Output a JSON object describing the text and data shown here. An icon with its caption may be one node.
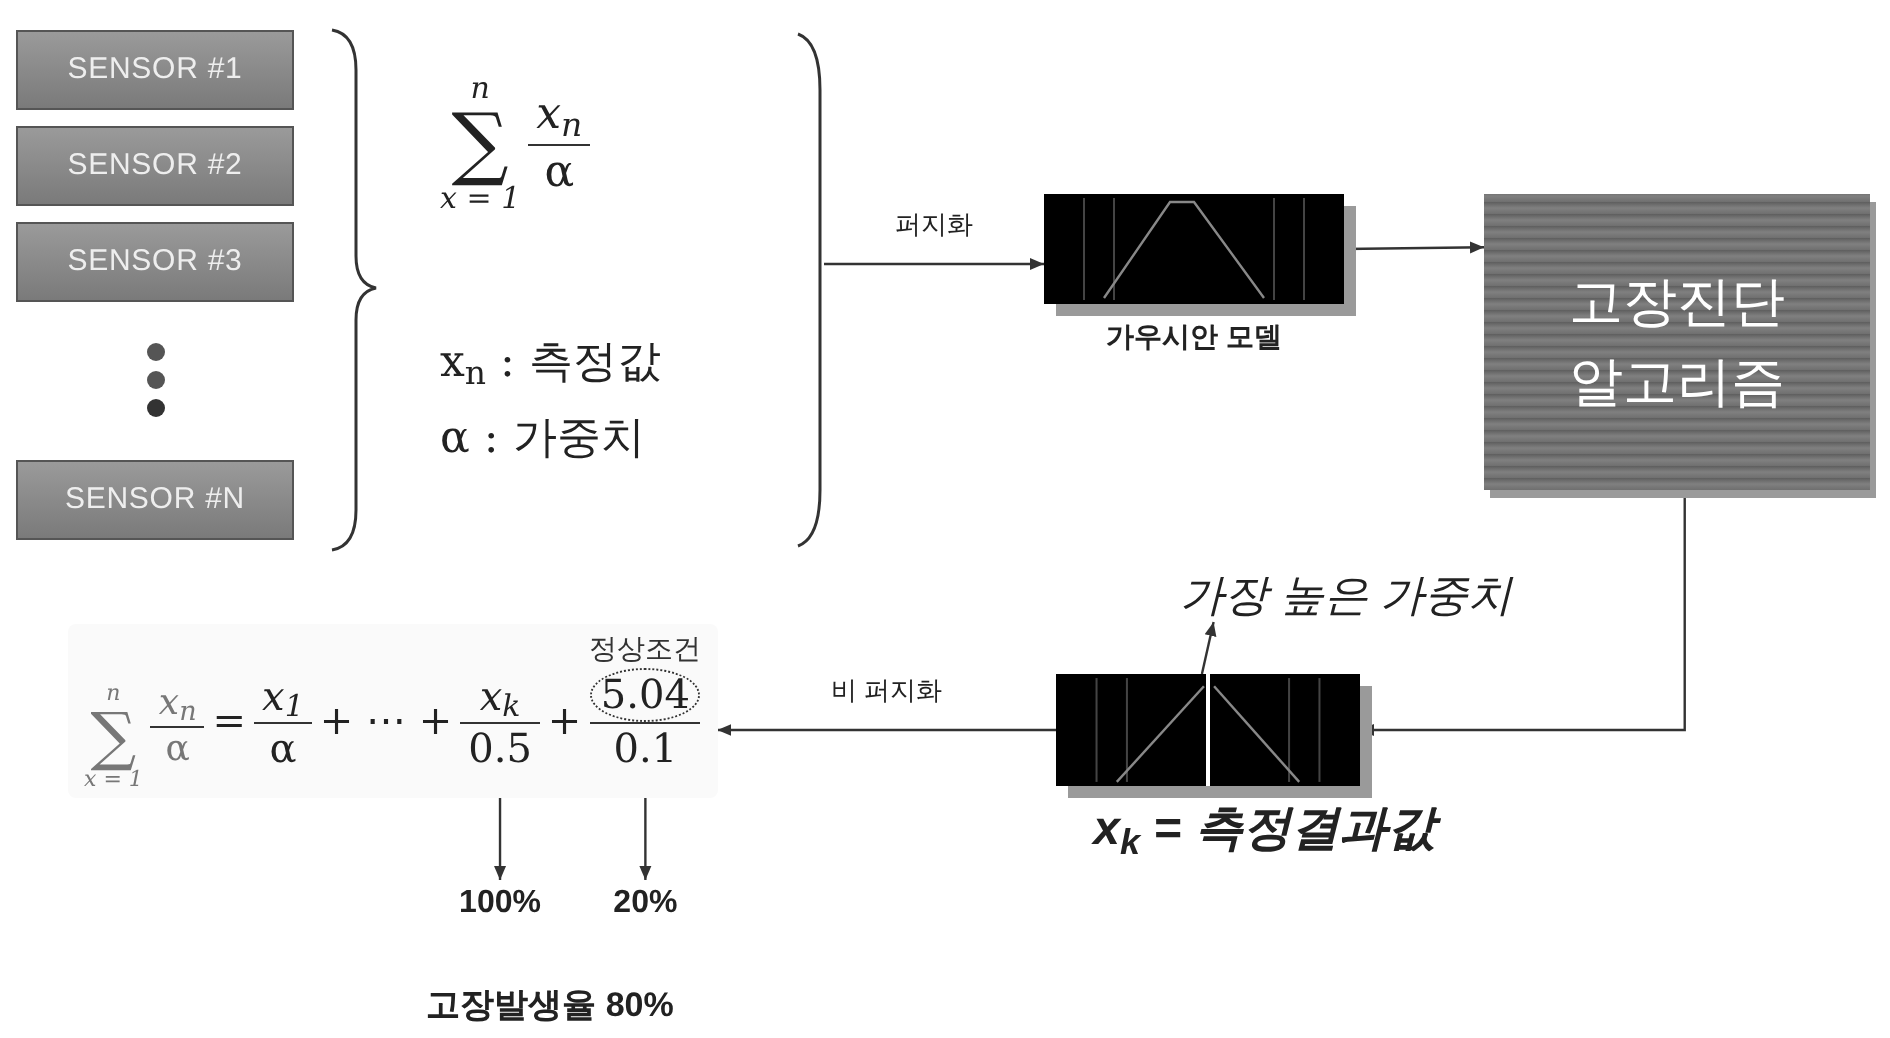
{
  "diagram": {
    "nodes": [
      {
        "text": [
          "SENSOR #1"
        ]
      },
      {
        "text": [
          "SENSOR #2"
        ]
      },
      {
        "text": [
          "SENSOR #3"
        ]
      },
      {
        "text": [
          "SENSOR #N"
        ]
      },
      {
        "text": [
          "n",
          "∑",
          "x = 1",
          "x$_{n}$",
          "α",
          "x$_{n}$ : 측정값",
          "α : 가중치"
        ]
      },
      {
        "text": [],
        "shape": "box",
        "beside": [
          "가우시안 모델"
        ]
      },
      {
        "text": [
          "고장진단 알고리즘"
        ]
      },
      {
        "text": [],
        "shape": "box",
        "beside": [
          "x$_{k}$ = 측정결과값"
        ]
      },
      {
        "text": [
          "가장 높은 가중치"
        ]
      },
      {
        "text": [
          "n",
          "∑",
          "x = 1",
          "x$_{n}$",
          "α",
          "=",
          "x$_{1}$",
          "α",
          "+ ⋯ +",
          "+"
        ]
      },
      {
        "text": [
          "x$_{k}$",
          "0.5"
        ],
        "in": 9
      },
      {
        "text": [
          "5.04",
          "0.1"
        ],
        "in": 9,
        "beside": [
          "정상조건"
        ]
      },
      {
        "text": [
          "100%"
        ]
      },
      {
        "text": [
          "20%"
        ]
      }
    ],
    "edges": [
      {
        "from": 4,
        "to": 5,
        "arrow": "to",
        "label": "퍼지화"
      },
      {
        "from": 5,
        "to": 6,
        "arrow": "to"
      },
      {
        "from": 6,
        "to": 7,
        "arrow": "to"
      },
      {
        "from": 7,
        "to": 9,
        "arrow": "to",
        "label": "비 퍼지화"
      },
      {
        "from": 7,
        "to": 8,
        "arrow": "to"
      },
      {
        "from": 10,
        "to": 12,
        "arrow": "to"
      },
      {
        "from": 11,
        "to": 13,
        "arrow": "to"
      }
    ],
    "labels": [
      "고장발생율 80%"
    ]
  }
}
